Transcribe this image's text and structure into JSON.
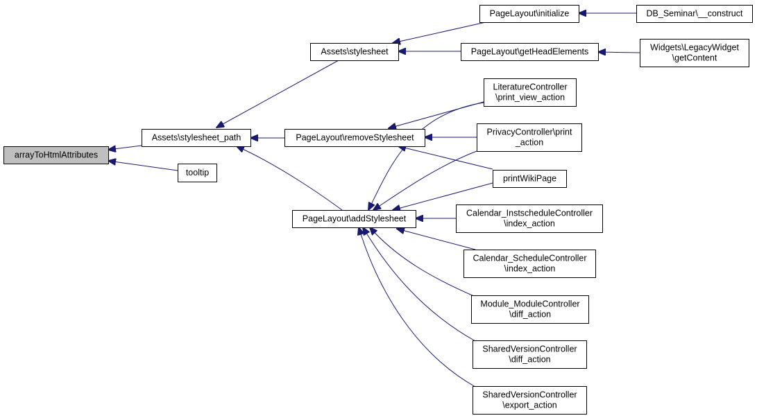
{
  "colors": {
    "edge": "#191970",
    "root_fill": "#bfbfbf",
    "node_fill": "#ffffff",
    "node_border": "#000000"
  },
  "nodes": [
    {
      "id": "arrayToHtmlAttributes",
      "lines": [
        "arrayToHtmlAttributes"
      ]
    },
    {
      "id": "stylesheet_path",
      "lines": [
        "Assets\\stylesheet_path"
      ]
    },
    {
      "id": "tooltip",
      "lines": [
        "tooltip"
      ]
    },
    {
      "id": "stylesheet",
      "lines": [
        "Assets\\stylesheet"
      ]
    },
    {
      "id": "removeStylesheet",
      "lines": [
        "PageLayout\\removeStylesheet"
      ]
    },
    {
      "id": "addStylesheet",
      "lines": [
        "PageLayout\\addStylesheet"
      ]
    },
    {
      "id": "initialize",
      "lines": [
        "PageLayout\\initialize"
      ]
    },
    {
      "id": "getHeadElements",
      "lines": [
        "PageLayout\\getHeadElements"
      ]
    },
    {
      "id": "construct",
      "lines": [
        "DB_Seminar\\__construct"
      ]
    },
    {
      "id": "getContent",
      "lines": [
        "Widgets\\LegacyWidget",
        "\\getContent"
      ]
    },
    {
      "id": "literature",
      "lines": [
        "LiteratureController",
        "\\print_view_action"
      ]
    },
    {
      "id": "privacy",
      "lines": [
        "PrivacyController\\print",
        "_action"
      ]
    },
    {
      "id": "printWiki",
      "lines": [
        "printWikiPage"
      ]
    },
    {
      "id": "instschedule",
      "lines": [
        "Calendar_InstscheduleController",
        "\\index_action"
      ]
    },
    {
      "id": "schedule",
      "lines": [
        "Calendar_ScheduleController",
        "\\index_action"
      ]
    },
    {
      "id": "module",
      "lines": [
        "Module_ModuleController",
        "\\diff_action"
      ]
    },
    {
      "id": "sharedDiff",
      "lines": [
        "SharedVersionController",
        "\\diff_action"
      ]
    },
    {
      "id": "sharedExport",
      "lines": [
        "SharedVersionController",
        "\\export_action"
      ]
    }
  ],
  "edges": [
    {
      "from": "stylesheet_path",
      "to": "arrayToHtmlAttributes"
    },
    {
      "from": "tooltip",
      "to": "arrayToHtmlAttributes"
    },
    {
      "from": "stylesheet",
      "to": "stylesheet_path"
    },
    {
      "from": "removeStylesheet",
      "to": "stylesheet_path"
    },
    {
      "from": "addStylesheet",
      "to": "stylesheet_path"
    },
    {
      "from": "initialize",
      "to": "stylesheet"
    },
    {
      "from": "getHeadElements",
      "to": "stylesheet"
    },
    {
      "from": "construct",
      "to": "initialize"
    },
    {
      "from": "getContent",
      "to": "getHeadElements"
    },
    {
      "from": "literature",
      "to": "removeStylesheet"
    },
    {
      "from": "privacy",
      "to": "removeStylesheet"
    },
    {
      "from": "printWiki",
      "to": "removeStylesheet"
    },
    {
      "from": "literature",
      "to": "addStylesheet"
    },
    {
      "from": "privacy",
      "to": "addStylesheet"
    },
    {
      "from": "printWiki",
      "to": "addStylesheet"
    },
    {
      "from": "instschedule",
      "to": "addStylesheet"
    },
    {
      "from": "schedule",
      "to": "addStylesheet"
    },
    {
      "from": "module",
      "to": "addStylesheet"
    },
    {
      "from": "sharedDiff",
      "to": "addStylesheet"
    },
    {
      "from": "sharedExport",
      "to": "addStylesheet"
    }
  ]
}
